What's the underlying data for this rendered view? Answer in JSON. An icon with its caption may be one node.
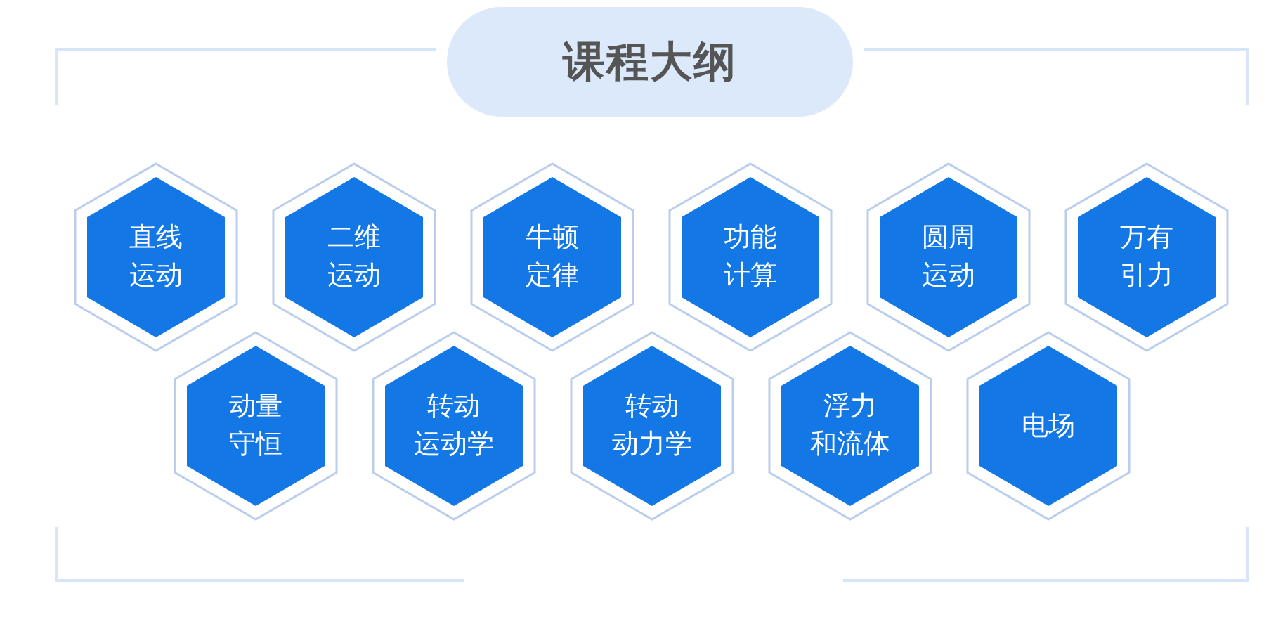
{
  "diagram": {
    "title": "课程大纲",
    "nodes": [
      {
        "text": [
          "直线运动"
        ]
      },
      {
        "text": [
          "二维运动"
        ]
      },
      {
        "text": [
          "牛顿定律"
        ]
      },
      {
        "text": [
          "功能计算"
        ]
      },
      {
        "text": [
          "圆周运动"
        ]
      },
      {
        "text": [
          "万有引力"
        ]
      },
      {
        "text": [
          "动量守恒"
        ]
      },
      {
        "text": [
          "转动运动学"
        ]
      },
      {
        "text": [
          "转动动力学"
        ]
      },
      {
        "text": [
          "浮力和流体"
        ]
      },
      {
        "text": [
          "电场"
        ]
      }
    ]
  }
}
